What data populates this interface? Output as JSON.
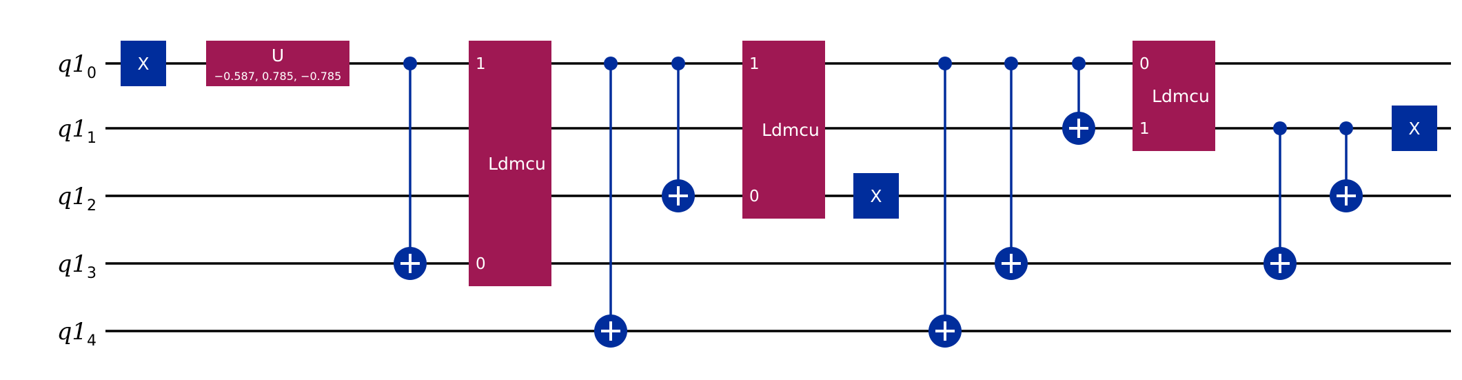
{
  "colors": {
    "wire": "#000000",
    "pauli_gate": "#002d9c",
    "custom_gate": "#9f1853",
    "gate_text": "#ffffff"
  },
  "qubits": [
    {
      "register": "q1",
      "index": "0"
    },
    {
      "register": "q1",
      "index": "1"
    },
    {
      "register": "q1",
      "index": "2"
    },
    {
      "register": "q1",
      "index": "3"
    },
    {
      "register": "q1",
      "index": "4"
    }
  ],
  "gates": [
    {
      "type": "x",
      "label": "X",
      "qubit": 0
    },
    {
      "type": "u",
      "label": "U",
      "params": "−0.587, 0.785, −0.785",
      "qubit": 0
    },
    {
      "type": "cx",
      "control": 0,
      "target": 3
    },
    {
      "type": "block",
      "label": "Ldmcu",
      "qubits": [
        0,
        3
      ],
      "ports": [
        {
          "qubit": 0,
          "label": "1"
        },
        {
          "qubit": 3,
          "label": "0"
        }
      ]
    },
    {
      "type": "cx",
      "control": 0,
      "target": 4
    },
    {
      "type": "cx",
      "control": 0,
      "target": 2
    },
    {
      "type": "block",
      "label": "Ldmcu",
      "qubits": [
        0,
        2
      ],
      "ports": [
        {
          "qubit": 0,
          "label": "1"
        },
        {
          "qubit": 2,
          "label": "0"
        }
      ]
    },
    {
      "type": "x",
      "label": "X",
      "qubit": 2
    },
    {
      "type": "cx",
      "control": 0,
      "target": 4
    },
    {
      "type": "cx",
      "control": 0,
      "target": 3
    },
    {
      "type": "cx",
      "control": 0,
      "target": 1
    },
    {
      "type": "block",
      "label": "Ldmcu",
      "qubits": [
        0,
        1
      ],
      "ports": [
        {
          "qubit": 0,
          "label": "0"
        },
        {
          "qubit": 1,
          "label": "1"
        }
      ]
    },
    {
      "type": "cx",
      "control": 1,
      "target": 3
    },
    {
      "type": "cx",
      "control": 1,
      "target": 2
    },
    {
      "type": "x",
      "label": "X",
      "qubit": 1
    }
  ]
}
